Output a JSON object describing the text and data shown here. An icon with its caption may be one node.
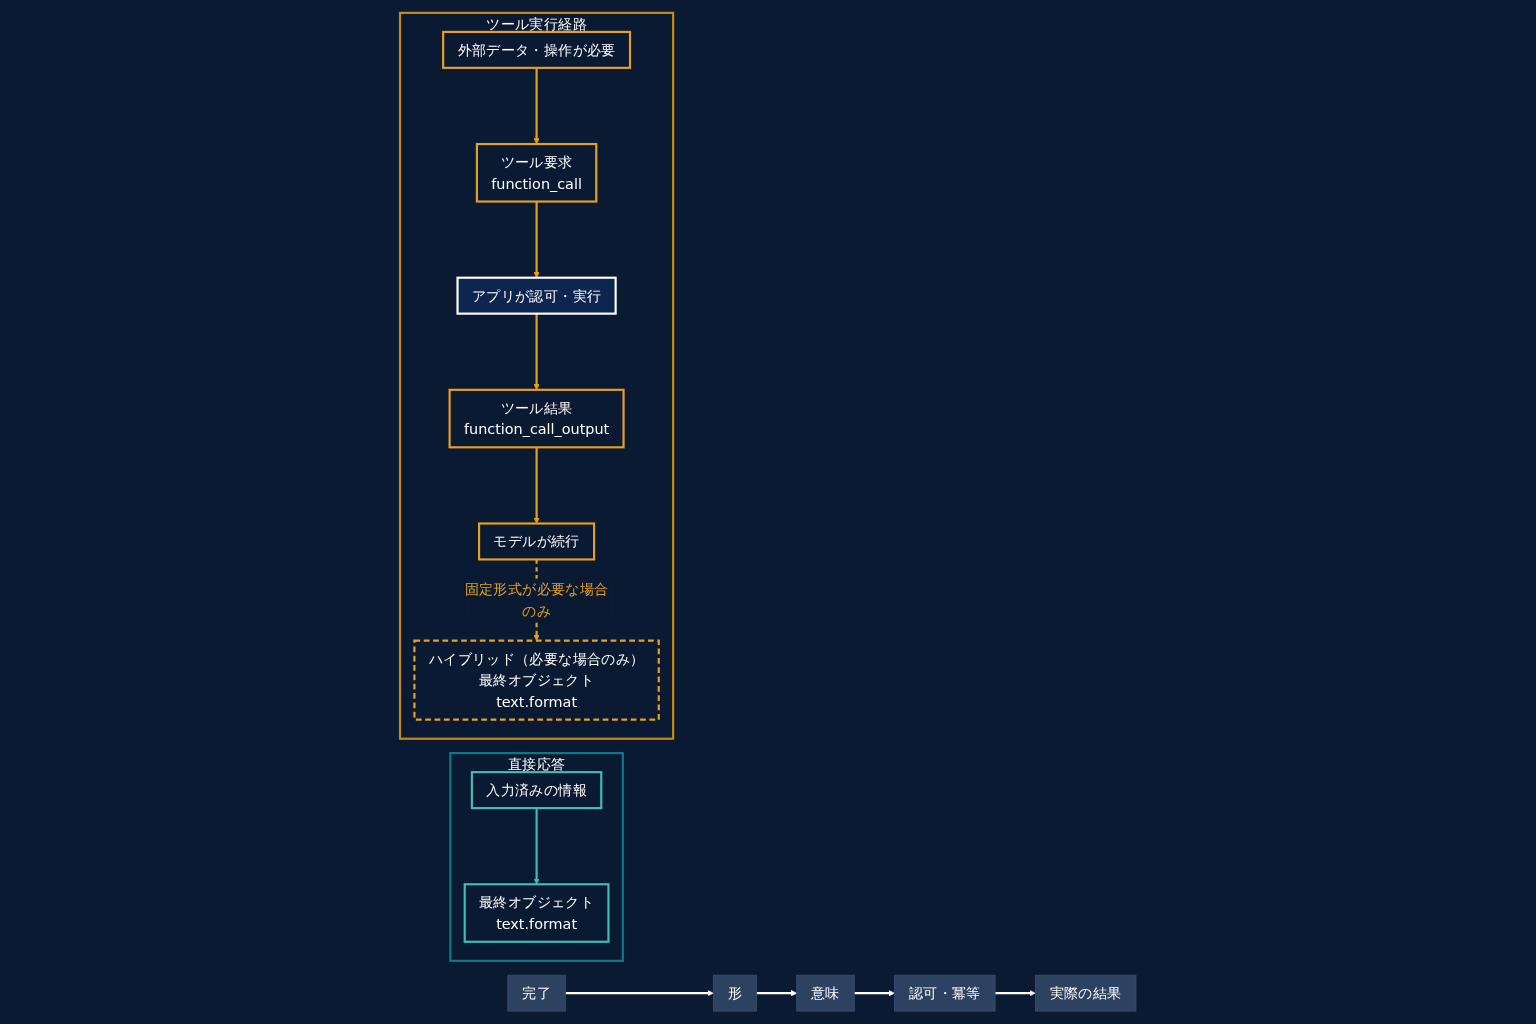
{
  "diagram": {
    "nodes": [
      {
        "text": [
          "直接応答"
        ]
      },
      {
        "text": [
          "入力済みの情報"
        ],
        "in": 0
      },
      {
        "text": [
          "最終オブジェクト",
          "text.format"
        ],
        "in": 0
      },
      {
        "text": [
          "ツール実行経路"
        ]
      },
      {
        "text": [
          "外部データ・操作が必要"
        ],
        "in": 3
      },
      {
        "text": [
          "ツール要求",
          "function_call"
        ],
        "in": 3
      },
      {
        "text": [
          "アプリが認可・実行"
        ],
        "in": 3
      },
      {
        "text": [
          "ツール結果",
          "function_call_output"
        ],
        "in": 3
      },
      {
        "text": [
          "モデルが続行"
        ],
        "in": 3
      },
      {
        "text": [
          "ハイブリッド（必要な場合のみ）",
          "最終オブジェクト",
          "text.format"
        ],
        "in": 3
      },
      {
        "text": [
          "完了"
        ]
      },
      {
        "text": [
          "形"
        ]
      },
      {
        "text": [
          "意味"
        ]
      },
      {
        "text": [
          "認可・冪等"
        ]
      },
      {
        "text": [
          "実際の結果"
        ]
      }
    ],
    "edges": [
      {
        "from": 1,
        "to": 2,
        "arrow": "to",
        "color": "#3fbfb5"
      },
      {
        "from": 4,
        "to": 5,
        "arrow": "to"
      },
      {
        "from": 5,
        "to": 6,
        "arrow": "to"
      },
      {
        "from": 6,
        "to": 7,
        "arrow": "to"
      },
      {
        "from": 7,
        "to": 8,
        "arrow": "to"
      },
      {
        "from": 8,
        "to": 9,
        "arrow": "to",
        "label": "固定形式が必要な場合のみ",
        "style": "dashed"
      },
      {
        "from": 10,
        "to": 11,
        "arrow": "to",
        "color": "#ffffff"
      },
      {
        "from": 11,
        "to": 12,
        "arrow": "to",
        "color": "#ffffff"
      },
      {
        "from": 12,
        "to": 13,
        "arrow": "to",
        "color": "#ffffff"
      },
      {
        "from": 13,
        "to": 14,
        "arrow": "to",
        "color": "#ffffff"
      }
    ]
  }
}
